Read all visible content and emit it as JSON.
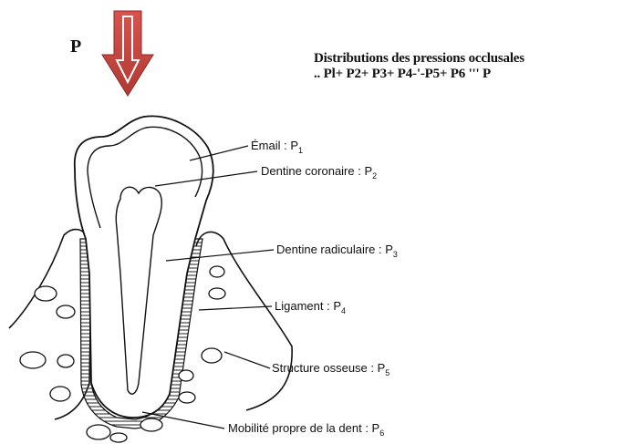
{
  "title": {
    "line1": "Distributions des pressions occlusales",
    "line2": ".. Pl+ P2+ P3+ P4-'-P5+ P6 ''' P"
  },
  "force_label": "P",
  "arrow_color": "#c0392b",
  "labels": [
    {
      "text": "Émail : P",
      "sub": "1"
    },
    {
      "text": "Dentine coronaire : P",
      "sub": "2"
    },
    {
      "text": "Dentine radiculaire : P",
      "sub": "3"
    },
    {
      "text": "Ligament : P",
      "sub": "4"
    },
    {
      "text": "Structure osseuse : P",
      "sub": "5"
    },
    {
      "text": "Mobilité propre de la dent : P",
      "sub": "6"
    }
  ]
}
